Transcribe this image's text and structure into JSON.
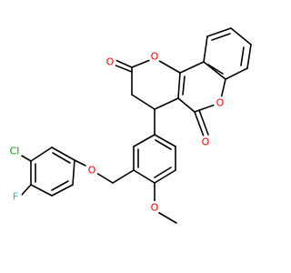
{
  "structure": {
    "atoms": {
      "o_ring_top": "O",
      "o_carbonyl_left": "O",
      "o_ring_right": "O",
      "o_carbonyl_right": "O",
      "cl": "Cl",
      "f": "F",
      "o_ether": "O",
      "o_methoxy": "O"
    }
  },
  "colors": {
    "bond": "#000000",
    "oxygen": "#ff0000",
    "chlorine": "#00a000",
    "fluorine": "#3fb0c0",
    "background": "#ffffff"
  }
}
